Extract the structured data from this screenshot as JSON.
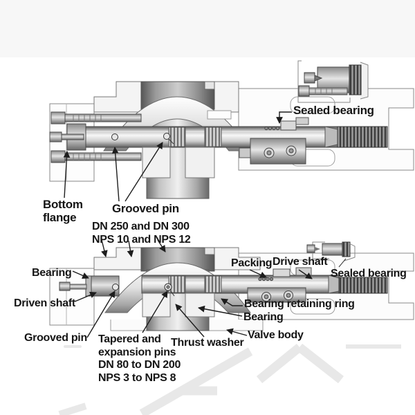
{
  "figure": {
    "upper_view": {
      "sealed_bearing_label": "Sealed bearing",
      "bottom_flange_label": "Bottom flange",
      "grooved_pin_label": "Grooved pin",
      "size_note_line1": "DN 250 and DN 300",
      "size_note_line2": "NPS 10 and NPS 12"
    },
    "lower_view": {
      "bearing_label": "Bearing",
      "driven_shaft_label": "Driven shaft",
      "grooved_pin_label": "Grooved pin",
      "pin_note_line1": "Tapered and",
      "pin_note_line2": "expansion pins",
      "pin_note_line3": "DN 80 to DN 200",
      "pin_note_line4": "NPS 3 to NPS 8",
      "thrust_washer_label": "Thrust washer",
      "packing_label": "Packing",
      "drive_shaft_label": "Drive shaft",
      "sealed_bearing_label": "Sealed bearing",
      "bearing_retaining_ring_label": "Bearing retaining ring",
      "bearing_right_label": "Bearing",
      "valve_body_label": "Valve body"
    },
    "colors": {
      "label_text": "#151515",
      "leader_line": "#1d1d1d",
      "body_outline": "#888888",
      "watermark": "#e8e8e8",
      "top_band": "#f7f7f7"
    }
  }
}
